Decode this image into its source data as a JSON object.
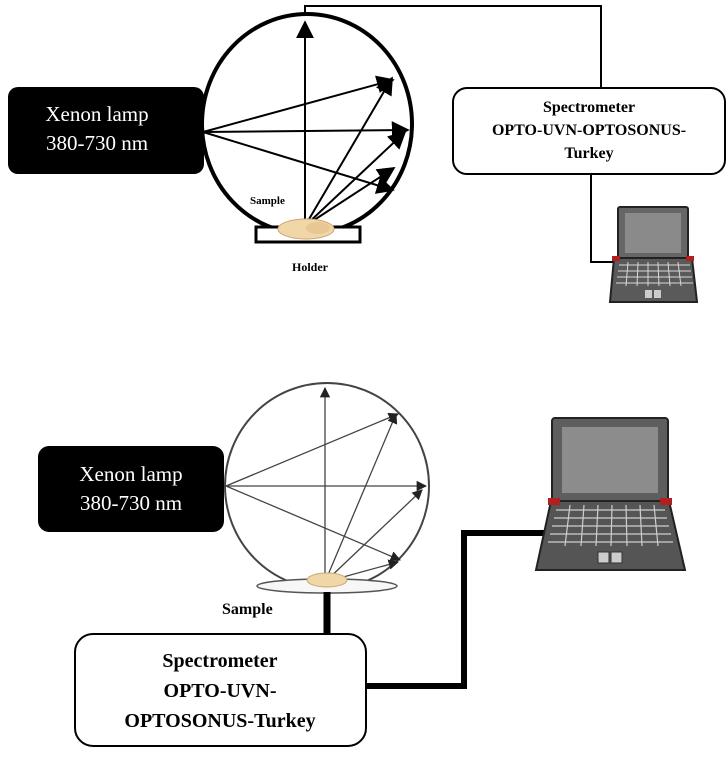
{
  "top": {
    "lamp": {
      "line1": "Xenon lamp",
      "line2": "380-730 nm"
    },
    "spectrometer": {
      "line1": "Spectrometer",
      "line2": "OPTO-UVN-OPTOSONUS-",
      "line3": "Turkey"
    },
    "sample_label": "Sample",
    "holder_label": "Holder"
  },
  "bottom": {
    "lamp": {
      "line1": "Xenon lamp",
      "line2": "380-730 nm"
    },
    "spectrometer": {
      "line1": "Spectrometer",
      "line2": "OPTO-UVN-",
      "line3": "OPTOSONUS-Turkey"
    },
    "sample_label": "Sample"
  },
  "colors": {
    "lamp_box": "#000000",
    "sample": "#f1d6a8",
    "laptop_hinge": "#b02020"
  },
  "icons": [
    "laptop-icon",
    "sample-icon"
  ]
}
